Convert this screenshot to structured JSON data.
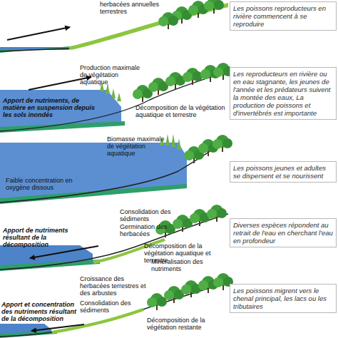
{
  "diagram": {
    "nodes": [
      {
        "text": [
          "Les poissons reproducteurs en rivière commencent à se reproduire"
        ]
      },
      {
        "text": [
          "Les reproducteurs en rivière ou en eau stagnante, les jeunes de l'année et les prédateurs suivent la montée des eaux, La production de poissons et d'invertébrés est importante"
        ]
      },
      {
        "text": [
          "Les poissons jeunes et adultes se dispersent et se nourissent"
        ]
      },
      {
        "text": [
          "Diverses espèces répondent au retrait de l'eau en cherchant l'eau en profondeur"
        ]
      },
      {
        "text": [
          "Les poissons migrent vers le chenal principal, les lacs ou les tributaires"
        ]
      }
    ],
    "labels": [
      "herbacées annuelles terrestres",
      "Production maximale de végétation aquatique",
      "Apport de nutriments, de matière en suspension depuis les sols inondés",
      "Décomposition de la végétation aquatique et terrestre",
      "Biomasse maximale de végétation aquatique",
      "Faible concentration en oxygène dissous",
      "Consolidation des sédiments",
      "Germination des herbacées",
      "Apport de nutriments résultant de la décomposition",
      "Décomposition de la végétation aquatique et terrestre",
      "Minéralisation des nutriments",
      "Croissance des herbacées terrestres et des arbustes",
      "Consolidation des sédiments",
      "Apport et concentration des nutriments résultant de la décomposition",
      "Décomposition de la végétation restante"
    ]
  }
}
